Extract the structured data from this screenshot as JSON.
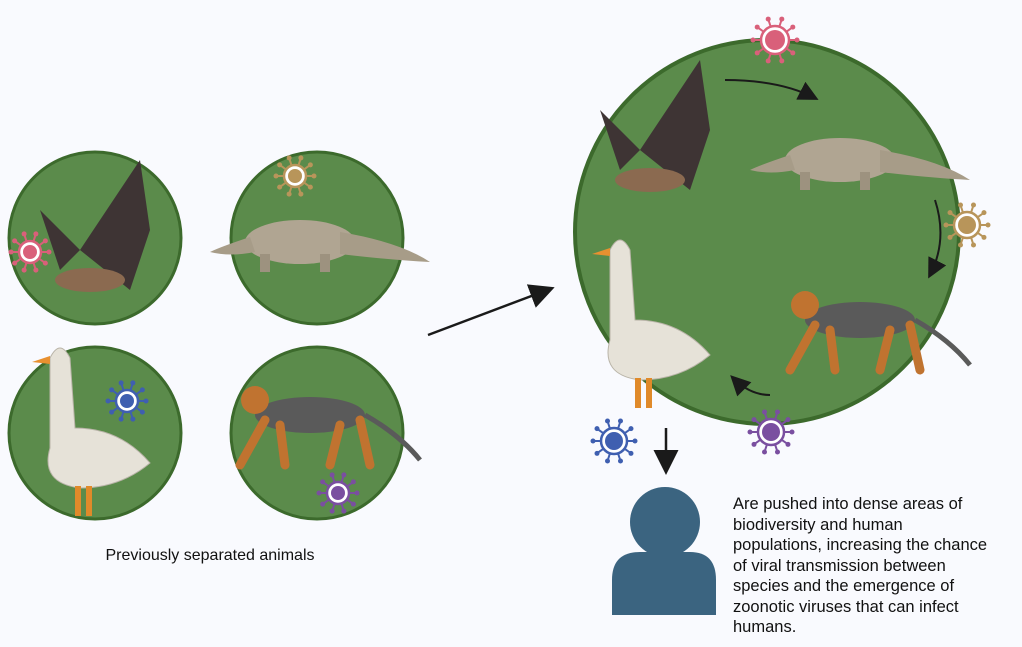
{
  "caption": "Previously separated animals",
  "description_lines": [
    "Are pushed into dense areas of",
    "biodiversity and human",
    "populations, increasing the chance",
    "of viral transmission between",
    "species and the emergence of",
    "zoonotic viruses that can infect",
    "humans."
  ],
  "colors": {
    "habitat": "#5b8b4b",
    "habitat_border": "#3c6a2c",
    "human": "#3b6480",
    "arrow": "#1a1a1a",
    "virus_pink": "#d9607a",
    "virus_tan": "#b8955a",
    "virus_blue": "#3f5fb0",
    "virus_purple": "#7a4fa0"
  }
}
